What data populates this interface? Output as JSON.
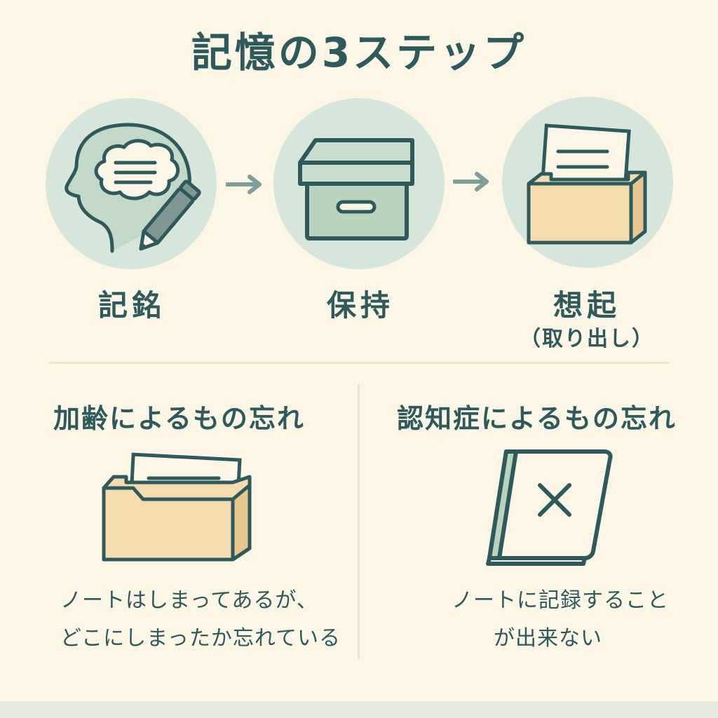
{
  "title": "記憶の3ステップ",
  "steps": [
    {
      "label": "記銘",
      "icon": "head-with-pencil-icon"
    },
    {
      "label": "保持",
      "icon": "storage-box-icon"
    },
    {
      "label": "想起",
      "sublabel": "（取り出し）",
      "icon": "box-with-note-icon"
    }
  ],
  "sections": {
    "aging": {
      "heading": "加齢によるもの忘れ",
      "icon": "folder-with-note-icon",
      "text_line1": "ノートはしまってあるが、",
      "text_line2": "どこにしまったか忘れている"
    },
    "dementia": {
      "heading": "認知症によるもの忘れ",
      "icon": "notebook-x-icon",
      "text_line1": "ノートに記録すること",
      "text_line2": "が出来ない"
    }
  },
  "colors": {
    "background": "#fbf6e6",
    "text": "#2f5a5c",
    "circle": "#d7e6db",
    "green_fill": "#b9d3bf",
    "beige_fill": "#f6dcb1",
    "stroke": "#2f5a5c"
  }
}
